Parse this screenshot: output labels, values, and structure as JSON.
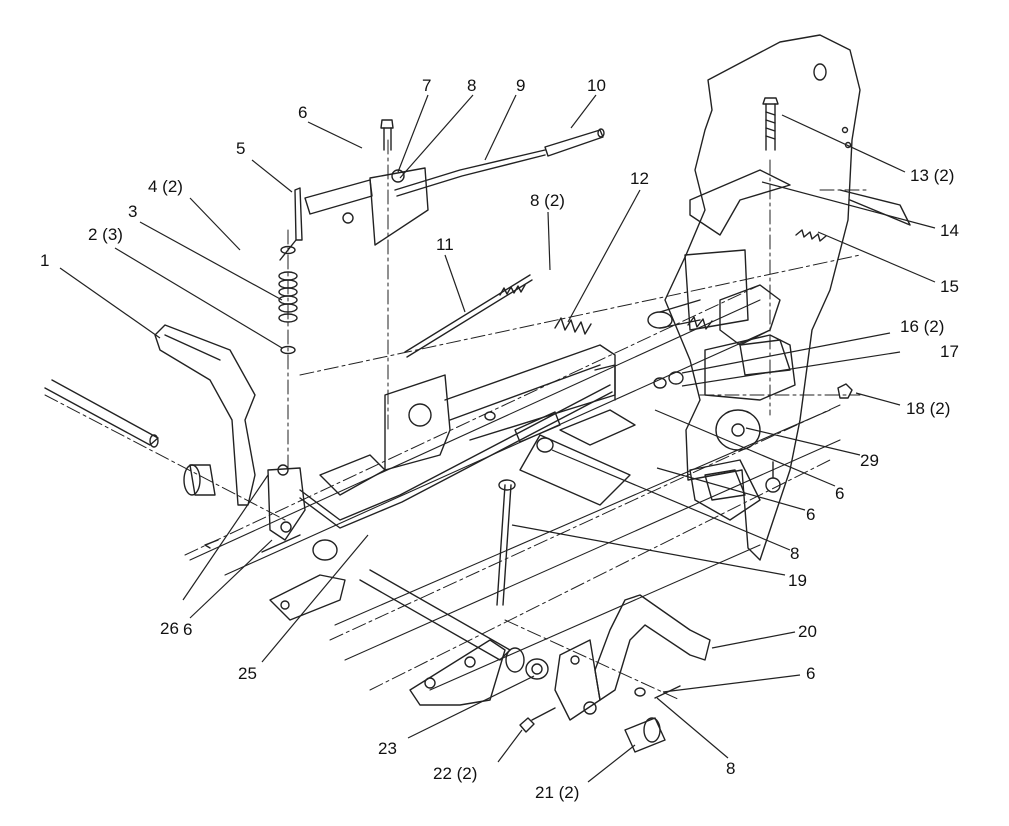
{
  "callouts": [
    {
      "id": "c1",
      "text": "1"
    },
    {
      "id": "c2",
      "text": "2 (3)"
    },
    {
      "id": "c3",
      "text": "3"
    },
    {
      "id": "c4",
      "text": "4 (2)"
    },
    {
      "id": "c5",
      "text": "5"
    },
    {
      "id": "c6a",
      "text": "6"
    },
    {
      "id": "c7",
      "text": "7"
    },
    {
      "id": "c8a",
      "text": "8"
    },
    {
      "id": "c9",
      "text": "9"
    },
    {
      "id": "c10",
      "text": "10"
    },
    {
      "id": "c11",
      "text": "11"
    },
    {
      "id": "c8b",
      "text": "8 (2)"
    },
    {
      "id": "c12",
      "text": "12"
    },
    {
      "id": "c13",
      "text": "13 (2)"
    },
    {
      "id": "c14",
      "text": "14"
    },
    {
      "id": "c15",
      "text": "15"
    },
    {
      "id": "c16",
      "text": "16 (2)"
    },
    {
      "id": "c17",
      "text": "17"
    },
    {
      "id": "c18",
      "text": "18 (2)"
    },
    {
      "id": "c29",
      "text": "29"
    },
    {
      "id": "c6b",
      "text": "6"
    },
    {
      "id": "c6c",
      "text": "6"
    },
    {
      "id": "c8c",
      "text": "8"
    },
    {
      "id": "c19",
      "text": "19"
    },
    {
      "id": "c20",
      "text": "20"
    },
    {
      "id": "c6d",
      "text": "6"
    },
    {
      "id": "c8d",
      "text": "8"
    },
    {
      "id": "c21",
      "text": "21 (2)"
    },
    {
      "id": "c22",
      "text": "22 (2)"
    },
    {
      "id": "c23",
      "text": "23"
    },
    {
      "id": "c25",
      "text": "25"
    },
    {
      "id": "c6e",
      "text": "6"
    },
    {
      "id": "c26",
      "text": "26"
    }
  ]
}
